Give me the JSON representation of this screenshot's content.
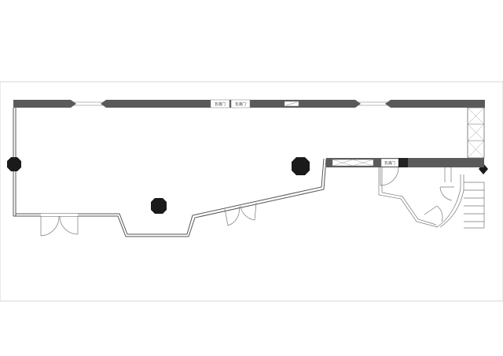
{
  "plan": {
    "labels": {
      "door_top_left": "乳液门",
      "door_top_right": "乳液门",
      "door_right": "乳液门"
    },
    "colors": {
      "wall": "#5a5a5a",
      "outline": "#555555",
      "column": "#1a1a1a",
      "frame": "#cccccc",
      "background": "#ffffff"
    }
  }
}
